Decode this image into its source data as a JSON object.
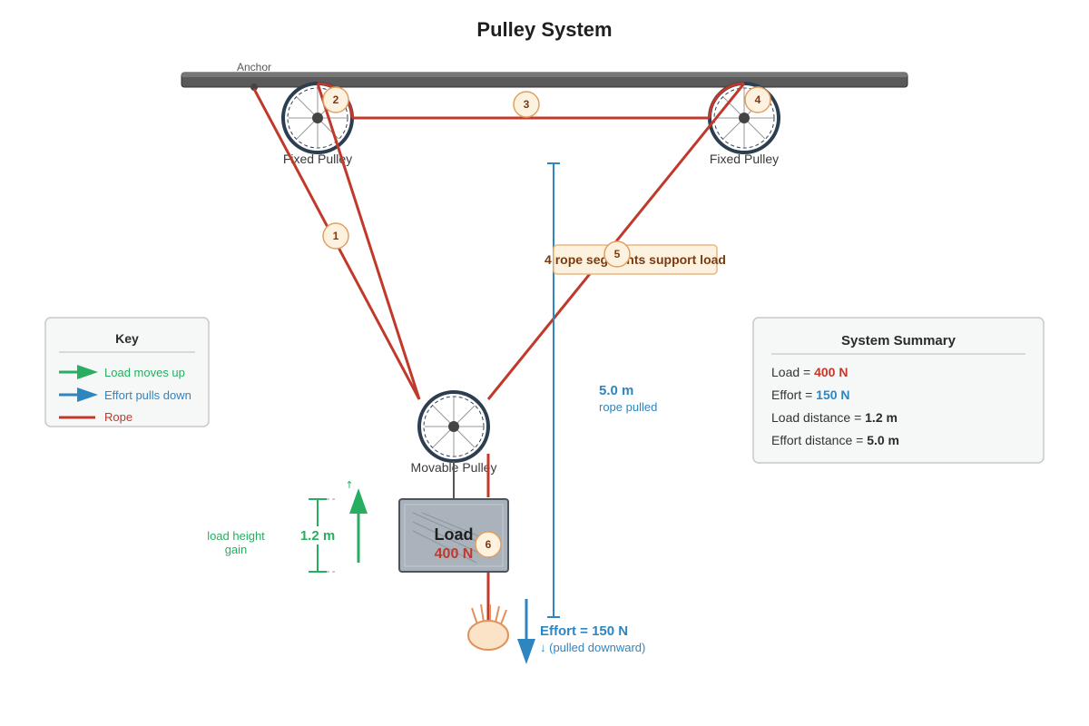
{
  "title": "Pulley System",
  "anchor_label": "Anchor",
  "pulleys": {
    "fixed_left_label": "Fixed Pulley",
    "fixed_right_label": "Fixed Pulley",
    "movable_label": "Movable Pulley"
  },
  "segment_markers": [
    "1",
    "2",
    "3",
    "4",
    "5",
    "6"
  ],
  "support_callout": "4 rope segments support load",
  "load": {
    "label": "Load",
    "weight": "400 N"
  },
  "effort": {
    "label": "Effort = 150 N",
    "note": "↓ (pulled downward)"
  },
  "rope_distance": {
    "value": "5.0 m",
    "label": "rope pulled"
  },
  "load_height": {
    "value": "1.2 m",
    "label_line1": "load height",
    "label_line2": "gain",
    "arrow_glyph": "↑"
  },
  "key": {
    "title": "Key",
    "items": [
      {
        "label": "Load moves up",
        "color": "#27ae60"
      },
      {
        "label": "Effort pulls down",
        "color": "#2e86c1"
      },
      {
        "label": "Rope",
        "color": "#c0392b"
      }
    ]
  },
  "summary": {
    "title": "System Summary",
    "rows": [
      {
        "label": "Load = ",
        "value": "400 N",
        "color": "#c0392b"
      },
      {
        "label": "Effort = ",
        "value": "150 N",
        "color": "#2e86c1"
      },
      {
        "label": "Load distance = ",
        "value": "1.2 m",
        "color": "#2b2b2b"
      },
      {
        "label": "Effort distance = ",
        "value": "5.0 m",
        "color": "#2b2b2b"
      }
    ]
  },
  "colors": {
    "rope": "#c0392b",
    "effort": "#2e86c1",
    "load_up": "#27ae60",
    "beam": "#555555",
    "pulley_rim": "#2c3e50",
    "marker_fill": "#fdf2e0",
    "marker_stroke": "#e0a060"
  }
}
